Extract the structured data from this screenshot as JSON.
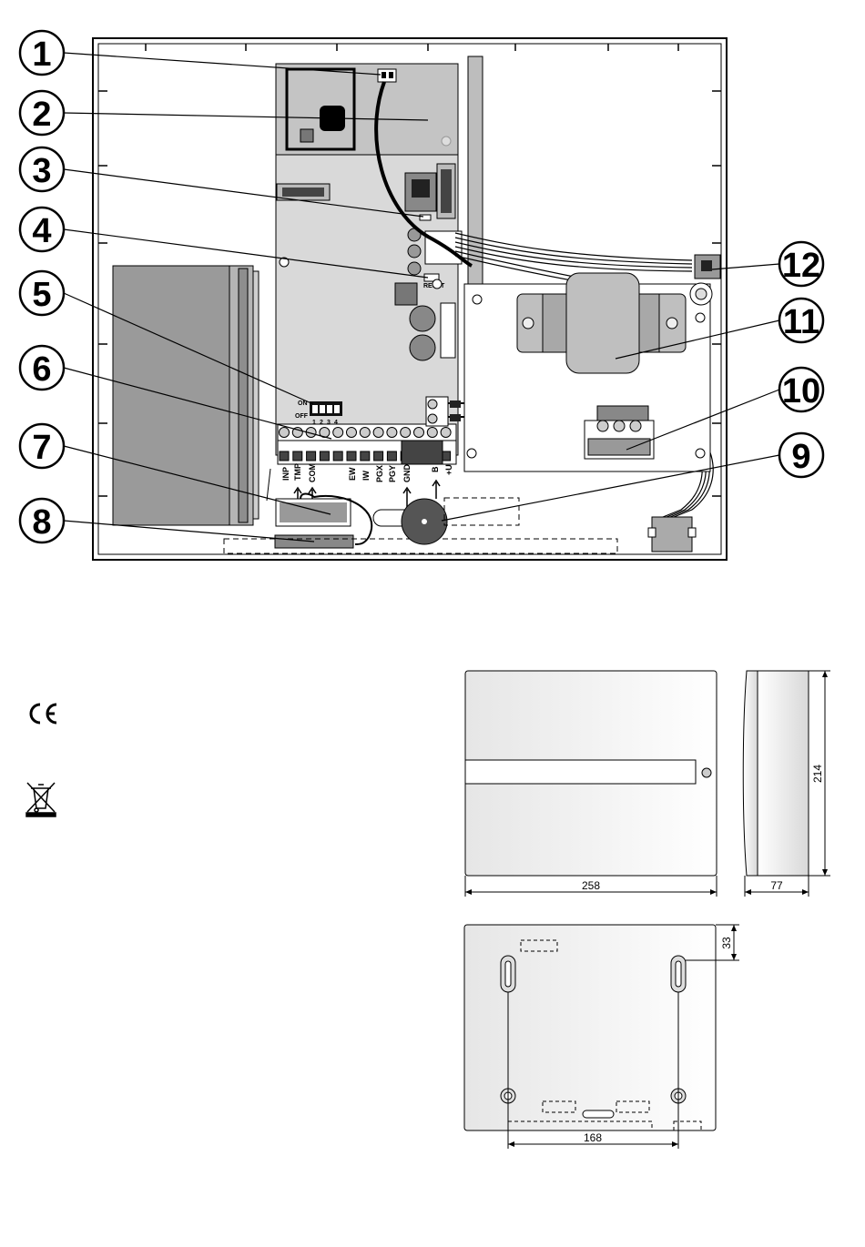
{
  "callouts": [
    "1",
    "2",
    "3",
    "4",
    "5",
    "6",
    "7",
    "8",
    "9",
    "10",
    "11",
    "12"
  ],
  "terminals": [
    "INP",
    "TMP",
    "COM",
    "EW",
    "IW",
    "PGX",
    "PGY",
    "GND",
    "B",
    "+U"
  ],
  "dip": {
    "on_label": "ON",
    "off_label": "OFF",
    "numbers": [
      "1",
      "2",
      "3",
      "4"
    ]
  },
  "reset_label": "RESET",
  "dimensions": {
    "width": "258",
    "height": "214",
    "depth": "77",
    "hole_spacing": "168",
    "hole_offset": "33"
  },
  "marks": {
    "ce_icon": "ce-mark-icon",
    "weee_icon": "weee-bin-icon"
  }
}
